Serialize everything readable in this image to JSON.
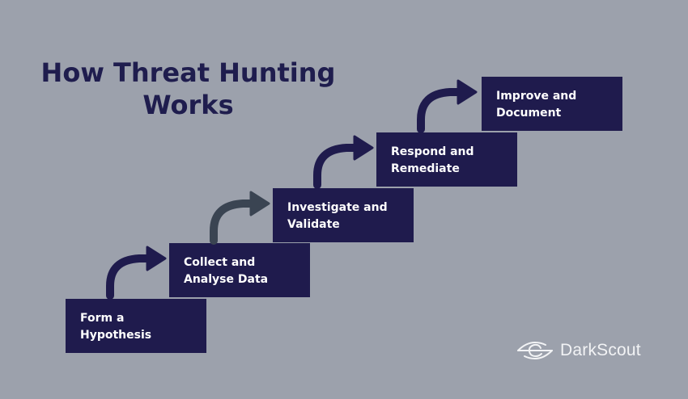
{
  "title": {
    "line1": "How Threat Hunting",
    "line2": "Works"
  },
  "colors": {
    "background": "#9ca1ac",
    "box": "#1f1b4d",
    "title": "#1f1d4e",
    "arrow": "#1f1b4d",
    "arrow_alt": "#3a4452",
    "box_text": "#ffffff",
    "logo": "#f2f3f5"
  },
  "steps": [
    {
      "line1": "Form a",
      "line2": "Hypothesis"
    },
    {
      "line1": "Collect and",
      "line2": "Analyse Data"
    },
    {
      "line1": "Investigate and",
      "line2": "Validate"
    },
    {
      "line1": "Respond and",
      "line2": "Remediate"
    },
    {
      "line1": "Improve and",
      "line2": "Document"
    }
  ],
  "arrows": [
    {
      "icon": "curved-arrow-right-icon"
    },
    {
      "icon": "curved-arrow-right-icon"
    },
    {
      "icon": "curved-arrow-right-icon"
    },
    {
      "icon": "curved-arrow-right-icon"
    }
  ],
  "logo": {
    "icon": "eye-icon",
    "text": "DarkScout"
  }
}
